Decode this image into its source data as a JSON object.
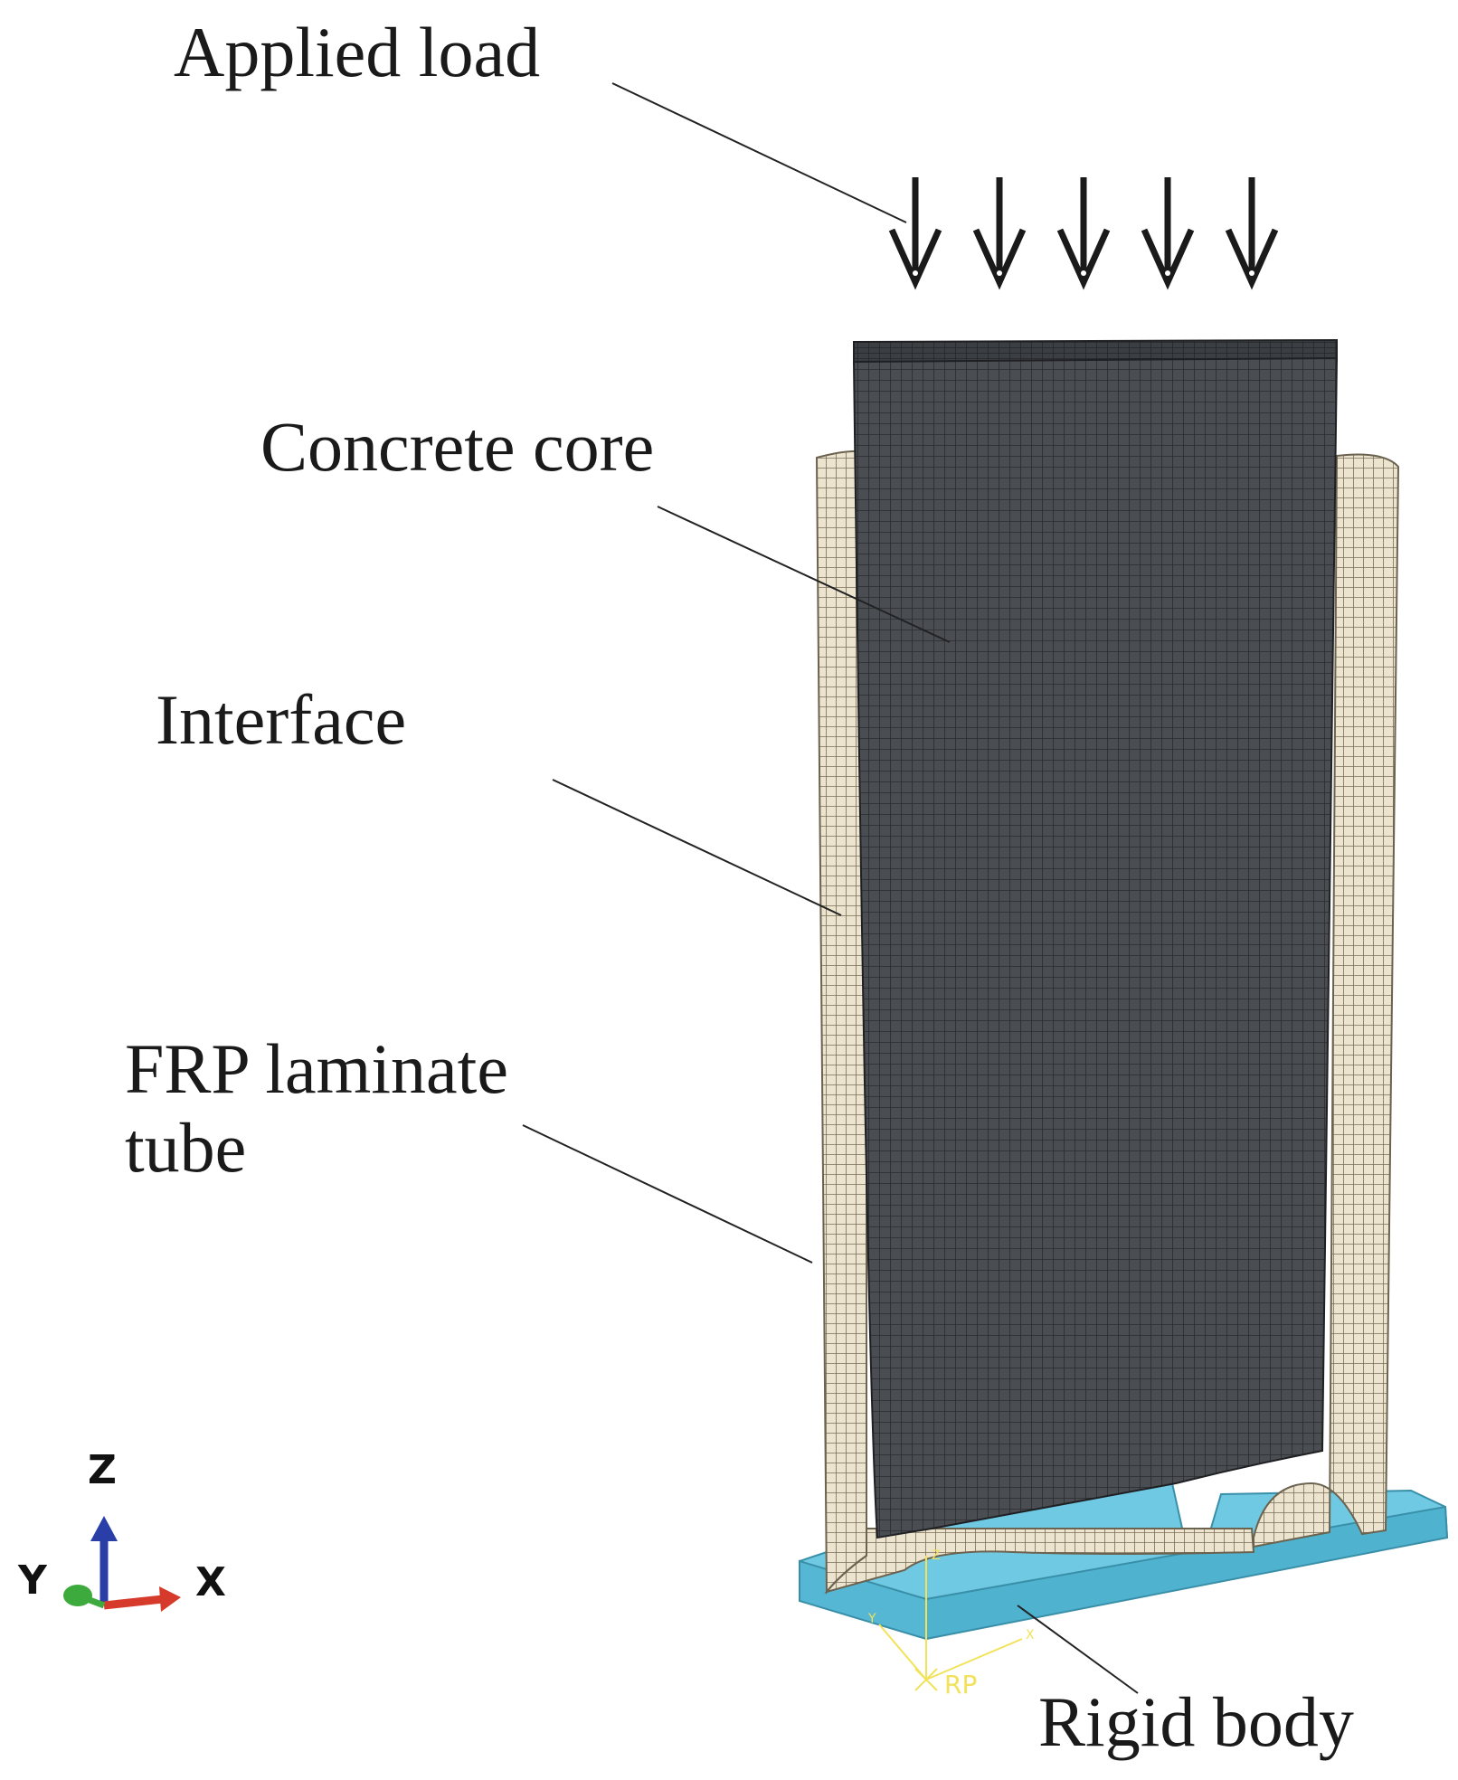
{
  "labels": {
    "applied_load": "Applied load",
    "concrete_core": "Concrete core",
    "interface": "Interface",
    "frp_line1": "FRP laminate",
    "frp_line2": "tube",
    "rigid_body": "Rigid body"
  },
  "triad": {
    "z": "Z",
    "y": "Y",
    "x": "X"
  },
  "reference_point": "RP",
  "mini_triad": {
    "z": "Z",
    "y": "Y",
    "x": "X"
  },
  "colors": {
    "concrete": "#4a4d52",
    "frp_tube": "#ece4cf",
    "rigid_body": "#6fc9e3",
    "mesh_dark": "#2a2b2e",
    "mesh_light": "#7a6e58",
    "z_axis": "#2a3ea8",
    "x_axis": "#d63a2a",
    "y_axis": "#3daa3d"
  },
  "load_arrow_count": 5
}
